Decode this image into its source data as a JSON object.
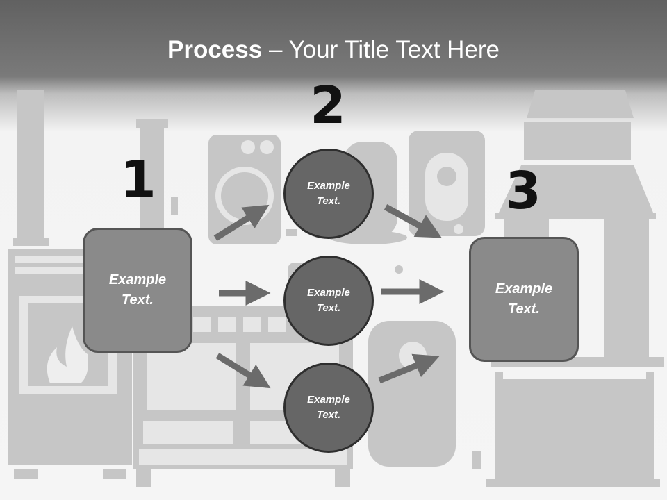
{
  "title": {
    "bold": "Process",
    "rest": " – Your Title Text Here"
  },
  "steps": [
    {
      "number": "1",
      "text": "Example\nText."
    },
    {
      "number": "2"
    },
    {
      "number": "3",
      "text": "Example\nText."
    }
  ],
  "circles": [
    {
      "text": "Example\nText."
    },
    {
      "text": "Example\nText."
    },
    {
      "text": "Example\nText."
    }
  ],
  "colors": {
    "box": "#8a8a8a",
    "circle": "#666666",
    "arrow": "#6b6b6b",
    "silhouette": "#c6c6c6"
  },
  "icons": [
    "stove-icon",
    "radiator-icon",
    "boiler-icon",
    "water-heater-icon",
    "fireplace-icon",
    "heater-icon",
    "plug-icon"
  ]
}
